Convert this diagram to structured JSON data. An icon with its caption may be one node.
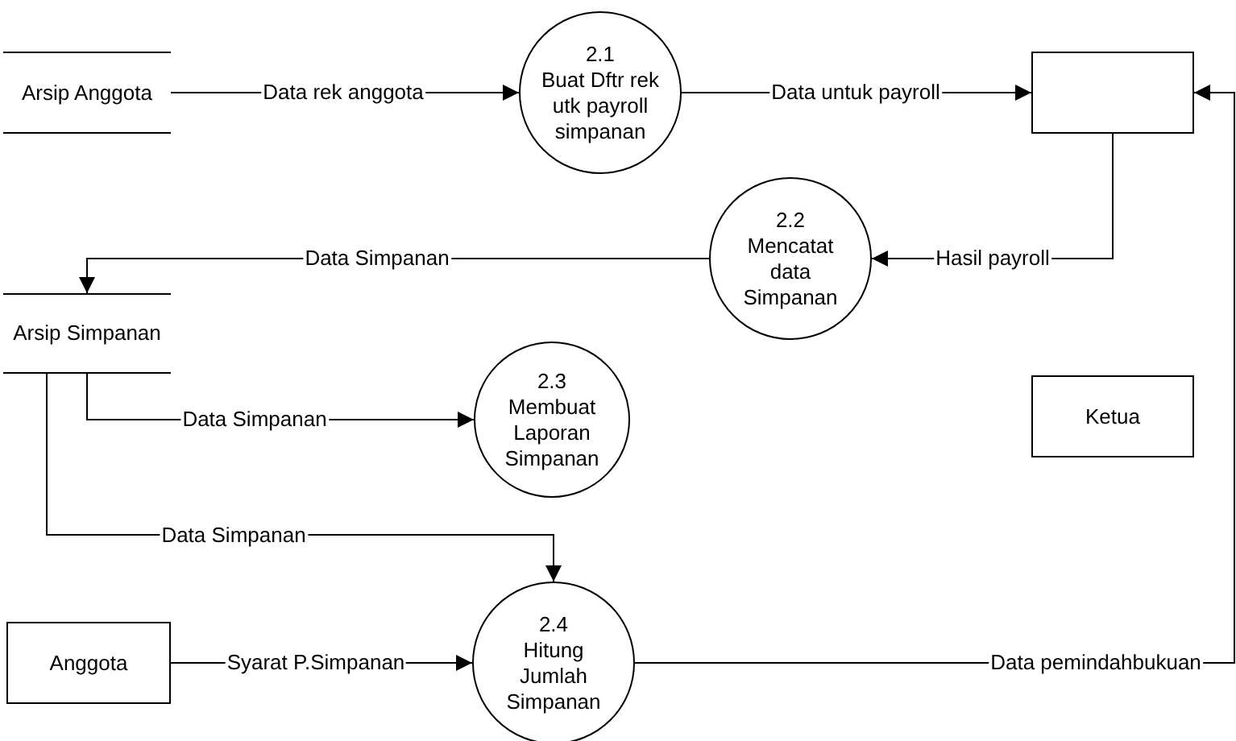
{
  "diagram": {
    "nodes": [
      {
        "text": [
          "Arsip Anggota"
        ]
      },
      {
        "text": [
          "2.1",
          "Buat Dftr rek utk payroll simpanan"
        ]
      },
      {
        "text": [],
        "shape": "box"
      },
      {
        "text": [
          "2.2",
          "Mencatat data Simpanan"
        ]
      },
      {
        "text": [
          "Arsip Simpanan"
        ]
      },
      {
        "text": [
          "2.3",
          "Membuat Laporan Simpanan"
        ]
      },
      {
        "text": [
          "Ketua"
        ]
      },
      {
        "text": [
          "2.4",
          "Hitung Jumlah Simpanan"
        ]
      },
      {
        "text": [
          "Anggota"
        ]
      }
    ],
    "edges": [
      {
        "from": 0,
        "to": 1,
        "arrow": "to",
        "label": "Data rek anggota"
      },
      {
        "from": 1,
        "to": 2,
        "arrow": "to",
        "label": "Data untuk payroll"
      },
      {
        "from": 2,
        "to": 3,
        "arrow": "to",
        "label": "Hasil payroll"
      },
      {
        "from": 3,
        "to": 4,
        "arrow": "to",
        "label": "Data Simpanan"
      },
      {
        "from": 4,
        "to": 5,
        "arrow": "to",
        "label": "Data Simpanan"
      },
      {
        "from": 4,
        "to": 7,
        "arrow": "to",
        "label": "Data Simpanan"
      },
      {
        "from": 8,
        "to": 7,
        "arrow": "to",
        "label": "Syarat P.Simpanan"
      },
      {
        "from": 7,
        "to": 2,
        "arrow": "to",
        "label": "Data pemindahbukuan"
      }
    ]
  }
}
